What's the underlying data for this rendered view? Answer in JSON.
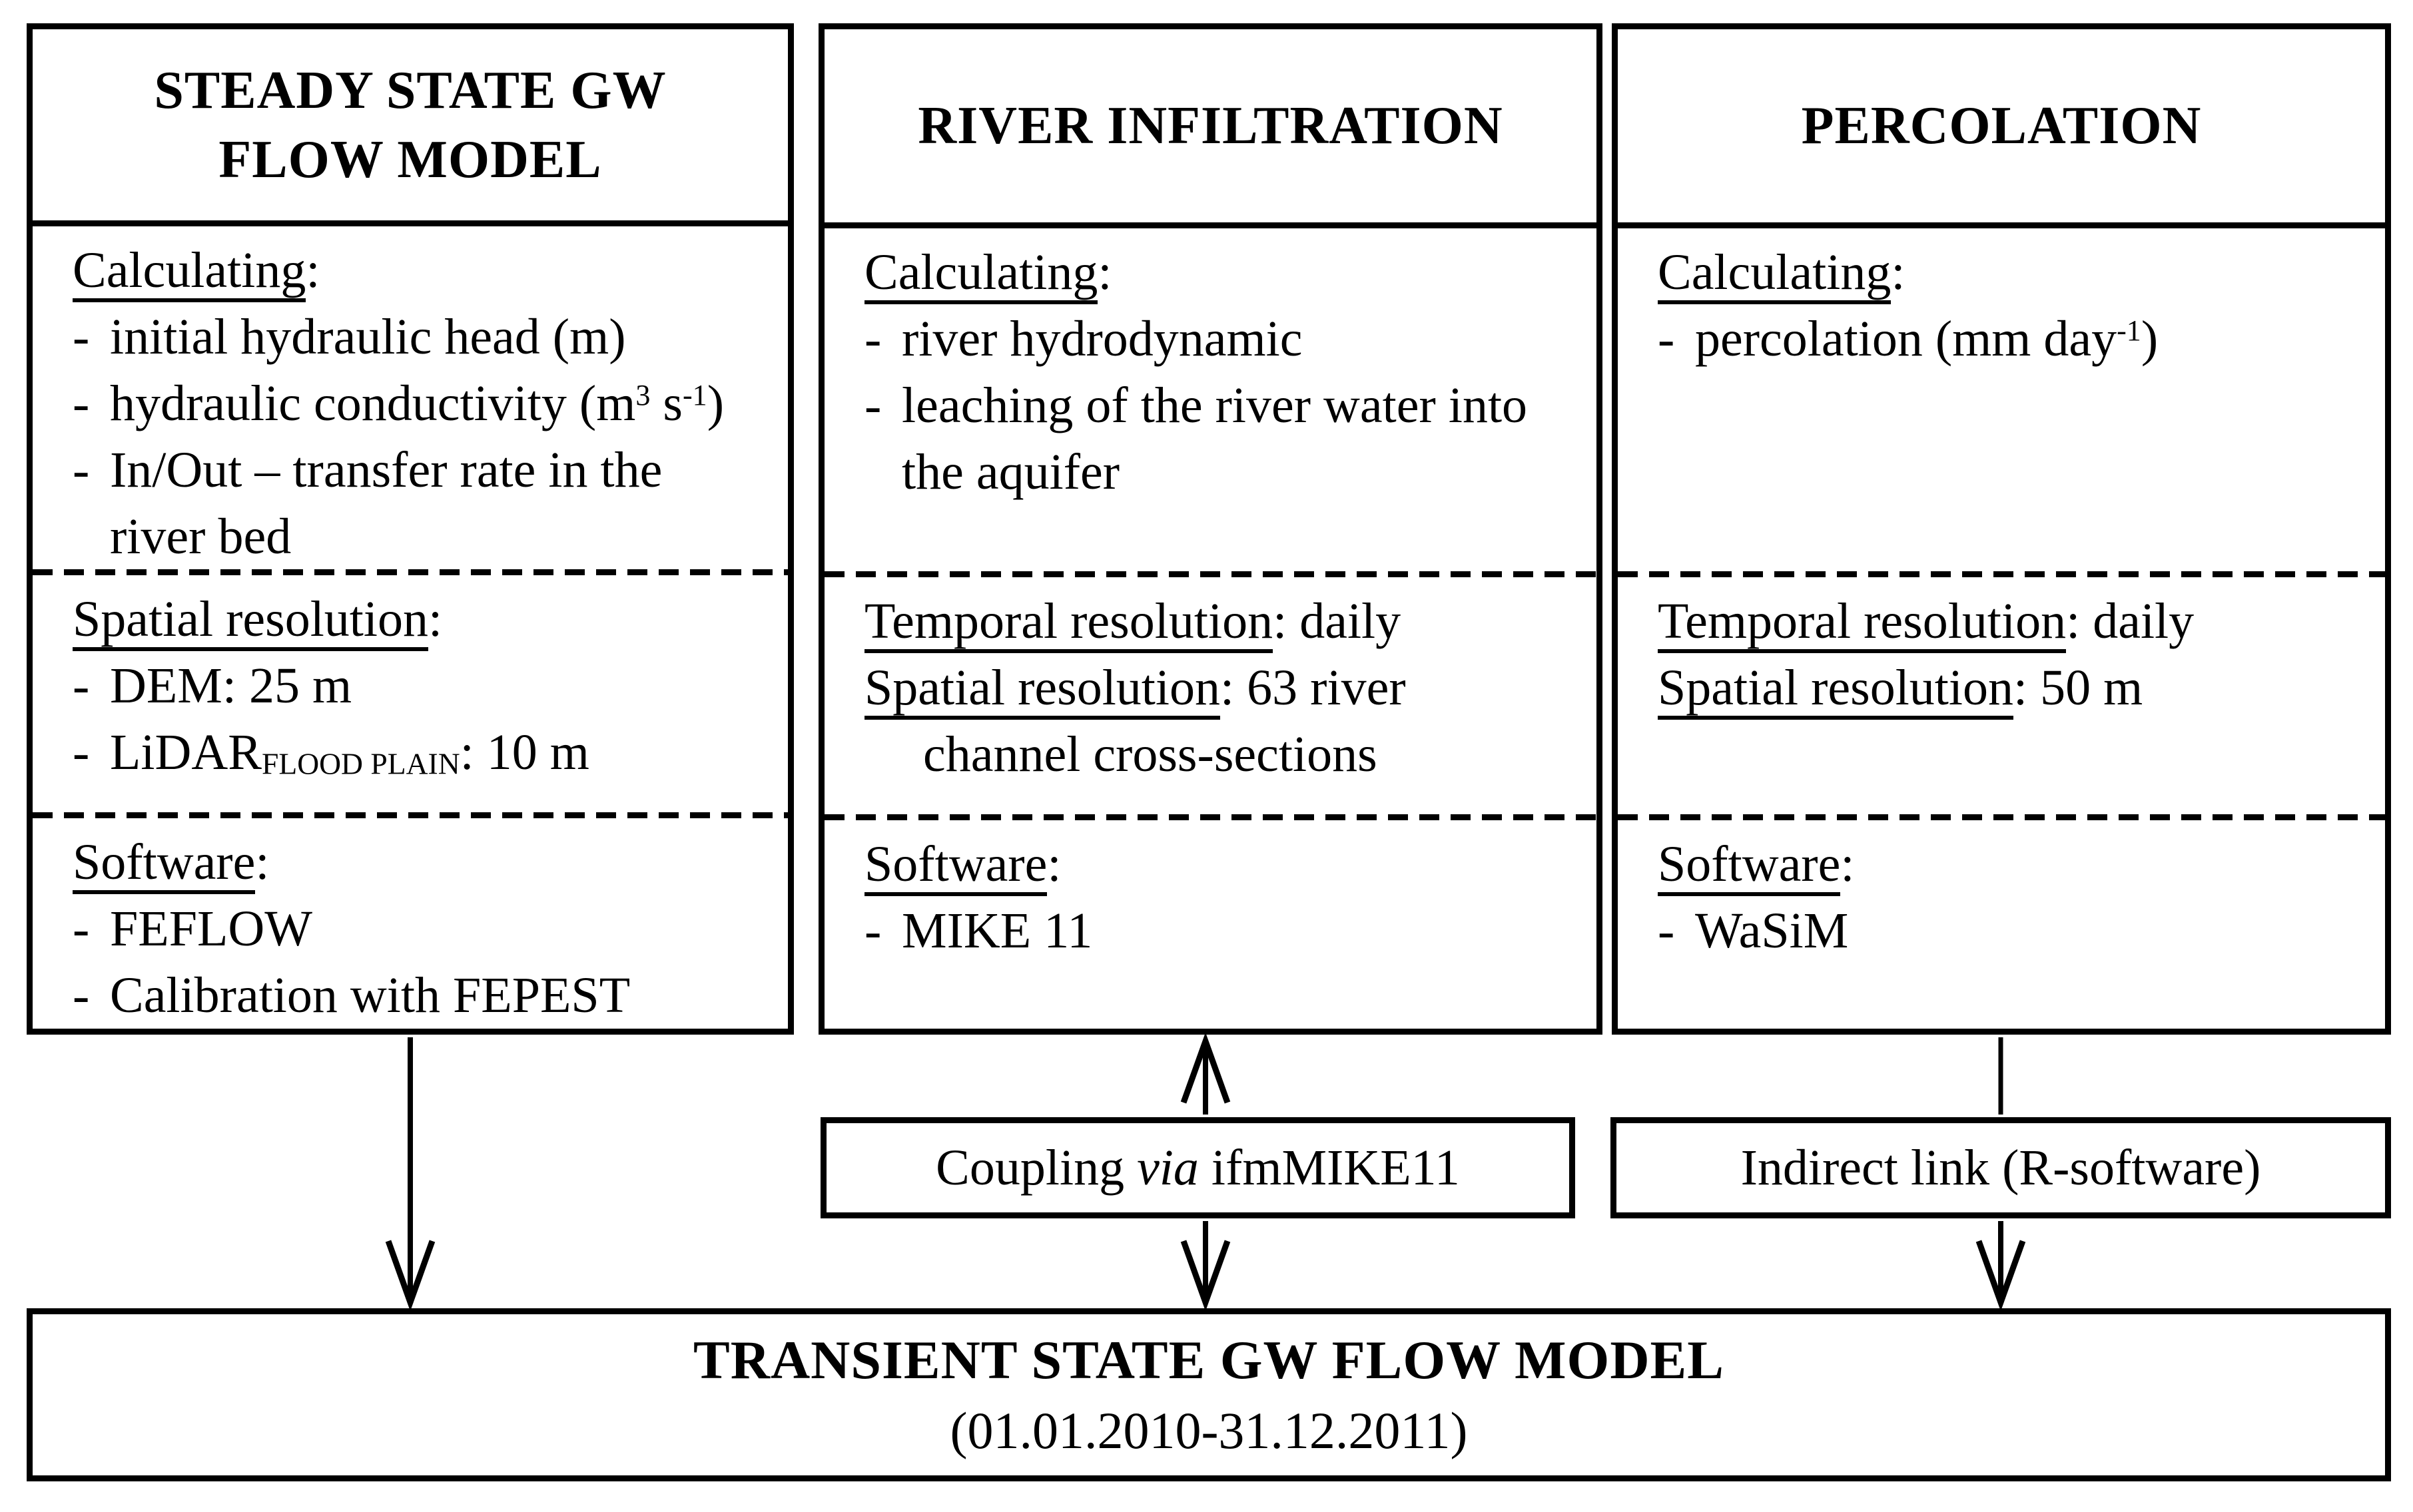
{
  "ui": {
    "bullet": "-",
    "colon": ":"
  },
  "boxes": [
    {
      "title_lines": [
        "STEADY STATE GW",
        "FLOW MODEL"
      ],
      "sections": [
        {
          "heading": "Calculating",
          "items": [
            {
              "text": "initial hydraulic head (m)"
            },
            {
              "pre": "hydraulic conductivity (m",
              "sup1": "3",
              "mid": " s",
              "sup2": "-1",
              "post": ")"
            },
            {
              "text": "In/Out – transfer rate in the",
              "text2": "river bed"
            }
          ]
        },
        {
          "heading": "Spatial resolution",
          "items": [
            {
              "text": "DEM: 25 m"
            },
            {
              "pre": "LiDAR",
              "sub": "FLOOD PLAIN",
              "post": ": 10 m"
            }
          ]
        },
        {
          "heading": "Software",
          "items": [
            {
              "text": "FEFLOW"
            },
            {
              "text": "Calibration with FEPEST"
            }
          ]
        }
      ]
    },
    {
      "title_lines": [
        "RIVER INFILTRATION"
      ],
      "sections": [
        {
          "heading": "Calculating",
          "items": [
            {
              "text": "river hydrodynamic"
            },
            {
              "text": "leaching of the river water into",
              "text2": "the aquifer"
            }
          ]
        },
        {
          "lines": [
            {
              "heading": "Temporal resolution",
              "rest": ": daily"
            },
            {
              "heading": "Spatial resolution",
              "rest": ": 63 river",
              "rest2": "channel cross-sections"
            }
          ]
        },
        {
          "heading": "Software",
          "items": [
            {
              "text": "MIKE 11"
            }
          ]
        }
      ]
    },
    {
      "title_lines": [
        "PERCOLATION"
      ],
      "sections": [
        {
          "heading": "Calculating",
          "items": [
            {
              "pre": "percolation (mm day",
              "sup1": "-1",
              "post": ")"
            }
          ]
        },
        {
          "lines": [
            {
              "heading": "Temporal resolution",
              "rest": ": daily"
            },
            {
              "heading": "Spatial resolution",
              "rest": ": 50 m"
            }
          ]
        },
        {
          "heading": "Software",
          "items": [
            {
              "text": "WaSiM"
            }
          ]
        }
      ]
    }
  ],
  "links": [
    {
      "pre": "Coupling ",
      "via": "via",
      "post": " ifmMIKE11"
    },
    {
      "text": "Indirect link (R-software)"
    }
  ],
  "bottom": {
    "title": "TRANSIENT STATE GW FLOW MODEL",
    "subtitle": "(01.01.2010-31.12.2011)"
  },
  "colors": {
    "ink": "#000000",
    "paper": "#ffffff"
  }
}
